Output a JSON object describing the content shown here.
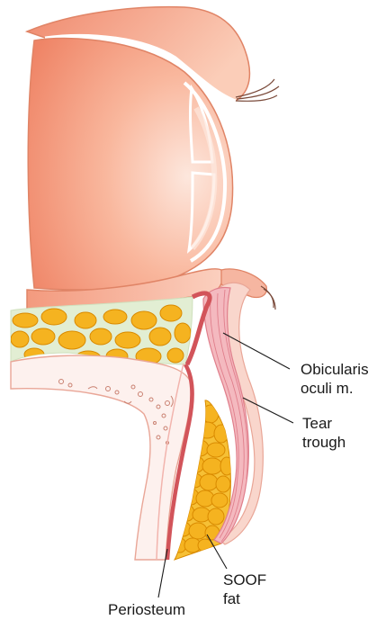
{
  "labels": {
    "orbicularis": [
      "Obicularis",
      "oculi m."
    ],
    "tear_trough": [
      "Tear",
      "trough"
    ],
    "soof": [
      "SOOF",
      "fat"
    ],
    "periosteum": "Periosteum"
  },
  "colors": {
    "globe_dark": "#ef8a6f",
    "globe_light": "#fde2d6",
    "lid_skin": "#f7b197",
    "fat_fill": "#f5b320",
    "fat_outline": "#d98a00",
    "fat_bg": "#f6c035",
    "septum_green": "#e2eed3",
    "bone_fill": "#fdf1ee",
    "bone_outline": "#e9a697",
    "periosteum_red": "#d2545a",
    "muscle_pink": "#f4b9bf",
    "muscle_line": "#e07f8c",
    "skin_fill": "#f9d6cc",
    "leader_line": "#1a1a1a"
  },
  "icons": {
    "eye": "eye-globe-illustration",
    "lashes": "eyelash-strokes"
  }
}
